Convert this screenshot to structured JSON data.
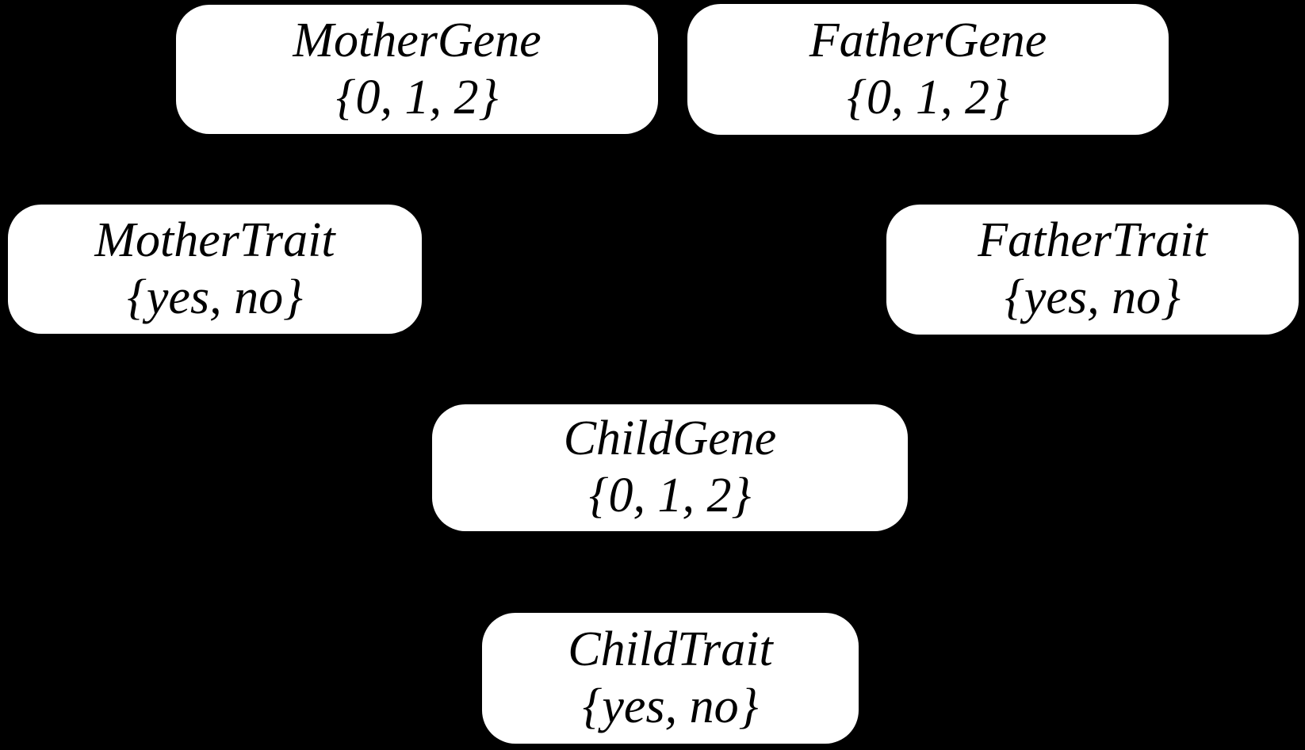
{
  "diagram": {
    "type": "bayesian-network",
    "background_color": "#000000",
    "node_fill_color": "#ffffff",
    "node_text_color": "#000000",
    "nodes": {
      "mother_gene": {
        "label": "MotherGene",
        "domain": "{0, 1, 2}"
      },
      "father_gene": {
        "label": "FatherGene",
        "domain": "{0, 1, 2}"
      },
      "mother_trait": {
        "label": "MotherTrait",
        "domain": "{yes, no}"
      },
      "father_trait": {
        "label": "FatherTrait",
        "domain": "{yes, no}"
      },
      "child_gene": {
        "label": "ChildGene",
        "domain": "{0, 1, 2}"
      },
      "child_trait": {
        "label": "ChildTrait",
        "domain": "{yes, no}"
      }
    }
  }
}
